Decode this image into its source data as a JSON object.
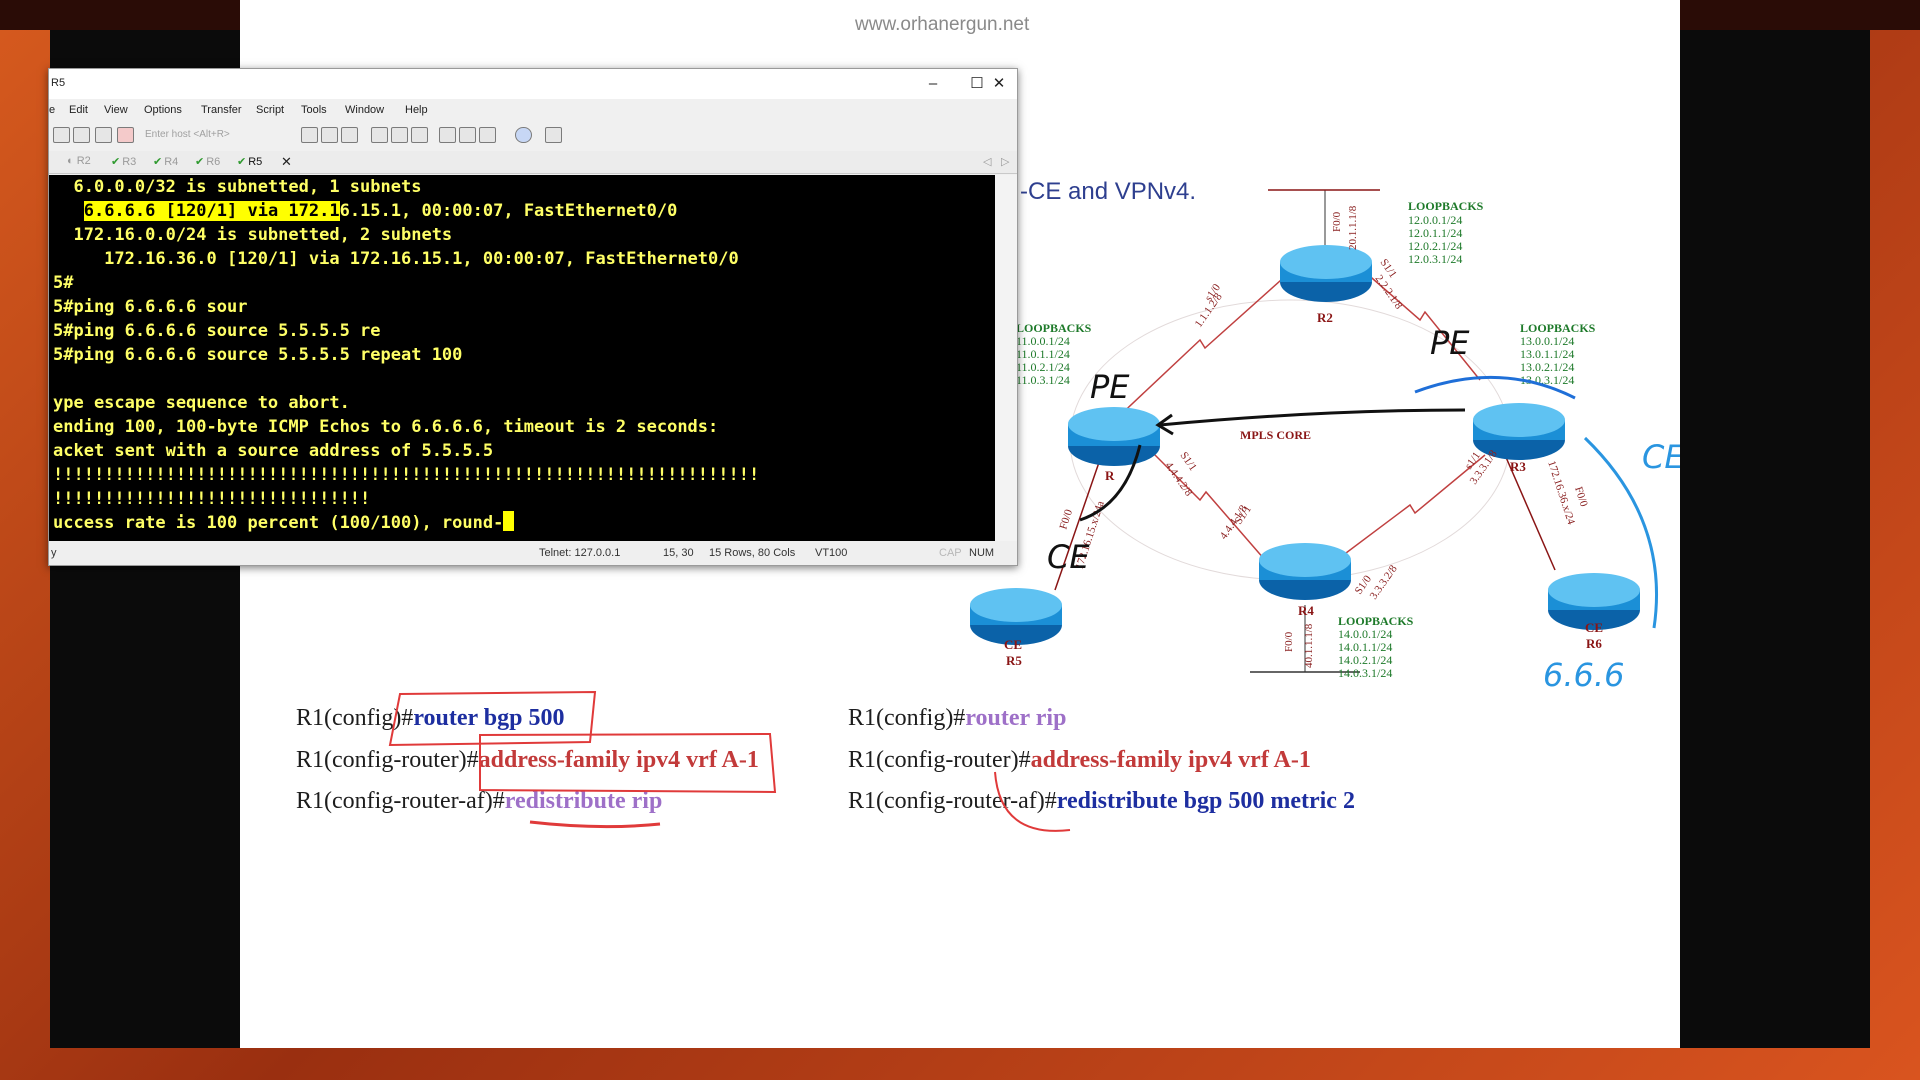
{
  "slide": {
    "url": "www.orhanergun.net",
    "heading_fragment": "-CE and VPNv4.",
    "config_left": [
      {
        "prompt": "R1(config)#",
        "cmd": "router bgp 500",
        "style": "blue"
      },
      {
        "prompt": "R1(config-router)#",
        "cmd": "address-family ipv4 vrf A-1",
        "style": "red"
      },
      {
        "prompt": "R1(config-router-af)#",
        "cmd": "redistribute rip",
        "style": "lilac"
      }
    ],
    "config_right": [
      {
        "prompt": "R1(config)#",
        "cmd": "router rip",
        "style": "lilac"
      },
      {
        "prompt": "R1(config-router)#",
        "cmd": "address-family ipv4 vrf A-1",
        "style": "red"
      },
      {
        "prompt": "R1(config-router-af)#",
        "cmd": "redistribute bgp 500 metric 2",
        "style": "blue"
      }
    ]
  },
  "diagram": {
    "mpls_core": "MPLS CORE",
    "routers": {
      "r1": "R",
      "r2": "R2",
      "r3": "R3",
      "r4": "R4",
      "r5_tag": "CE",
      "r5": "R5",
      "r6_tag": "CE",
      "r6": "R6"
    },
    "loopbacks_title": "LOOPBACKS",
    "r2_loopbacks": [
      "12.0.0.1/24",
      "12.0.1.1/24",
      "12.0.2.1/24",
      "12.0.3.1/24"
    ],
    "r1_loopbacks": [
      "11.0.0.1/24",
      "11.0.1.1/24",
      "11.0.2.1/24",
      "11.0.3.1/24"
    ],
    "r3_loopbacks": [
      "13.0.0.1/24",
      "13.0.1.1/24",
      "13.0.2.1/24",
      "13.0.3.1/24"
    ],
    "r4_loopbacks": [
      "14.0.0.1/24",
      "14.0.1.1/24",
      "14.0.2.1/24",
      "14.0.3.1/24"
    ],
    "links": {
      "r2_f0": "F0/0",
      "r2_f0_ip": "20.1.1.1/8",
      "r1r2_if": "s1/0",
      "r1r2_ip": "1.1.1.2/8",
      "r2r3_if": "S1/1",
      "r2r3_ip": "2.2.2.1/8",
      "r1r4_if": "S1/1",
      "r1r4_ip": "4.4.4.2/8",
      "r4r1_if": "S1/1",
      "r4r1_ip": "4.4.4.1/8",
      "r3r4_if": "s1/1",
      "r3r4_ip": "3.3.3.1/8",
      "r4r3_if": "S1/0",
      "r4r3_ip": "3.3.3.2/8",
      "r3r6_ip": "172.16.36.x/24",
      "r3r6_if": "F0/0",
      "r1r5_ip": "172.16.15.x/24a",
      "r1r5_if": "F0/0",
      "r4_f0": "F0/0",
      "r4_f0_ip": "40.1.1.1/8"
    },
    "annotations": {
      "pe_r1": "PE",
      "pe_r3": "PE",
      "ce_r5": "CE",
      "ce_r6": "CE",
      "r6_ip": "6.6.6"
    }
  },
  "window": {
    "title": "R5",
    "controls": {
      "minimize": "–",
      "maximize": "☐",
      "close": "✕"
    },
    "menu": [
      "e",
      "Edit",
      "View",
      "Options",
      "Transfer",
      "Script",
      "Tools",
      "Window",
      "Help"
    ],
    "host_placeholder": "Enter host <Alt+R>",
    "tabs": [
      {
        "label": "R2",
        "state": "inactive"
      },
      {
        "label": "R3",
        "state": "ok"
      },
      {
        "label": "R4",
        "state": "ok"
      },
      {
        "label": "R6",
        "state": "ok"
      },
      {
        "label": "R5",
        "state": "active"
      }
    ],
    "tab_close": "✕",
    "terminal_lines": [
      "  6.0.0.0/32 is subnetted, 1 subnets",
      "",
      "  172.16.0.0/24 is subnetted, 2 subnets",
      "     172.16.36.0 [120/1] via 172.16.15.1, 00:00:07, FastEthernet0/0",
      "5#",
      "5#ping 6.6.6.6 sour",
      "5#ping 6.6.6.6 source 5.5.5.5 re",
      "5#ping 6.6.6.6 source 5.5.5.5 repeat 100",
      "",
      "ype escape sequence to abort.",
      "ending 100, 100-byte ICMP Echos to 6.6.6.6, timeout is 2 seconds:",
      "acket sent with a source address of 5.5.5.5",
      "!!!!!!!!!!!!!!!!!!!!!!!!!!!!!!!!!!!!!!!!!!!!!!!!!!!!!!!!!!!!!!!!!!!!!",
      "!!!!!!!!!!!!!!!!!!!!!!!!!!!!!!!"
    ],
    "line2_highlight": "6.6.6.6 [120/1] via 172.1",
    "line2_rest": "6.15.1, 00:00:07, FastEthernet0/0",
    "last_line": "uccess rate is 100 percent (100/100), round-",
    "status": {
      "left": "y",
      "session": "Telnet: 127.0.0.1",
      "cursor_pos": "15,  30",
      "size": "15 Rows, 80 Cols",
      "emulation": "VT100",
      "cap": "CAP",
      "num": "NUM"
    }
  }
}
